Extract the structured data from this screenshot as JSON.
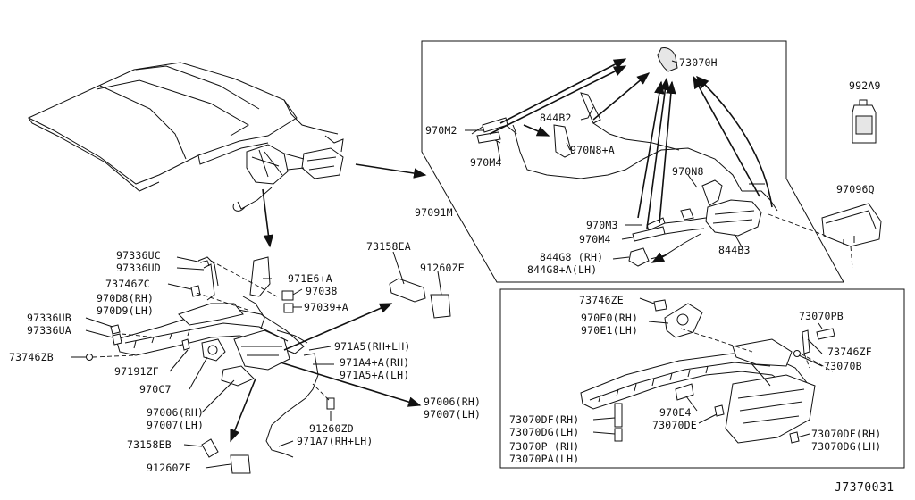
{
  "diagram_code": "J7370031",
  "labels": {
    "l_73070H": "73070H",
    "l_992A9": "992A9",
    "l_970M2": "970M2",
    "l_844B2": "844B2",
    "l_970N8A": "970N8+A",
    "l_970M4a": "970M4",
    "l_970N8": "970N8",
    "l_97096Q": "97096Q",
    "l_97091M": "97091M",
    "l_970M3": "970M3",
    "l_970M4b": "970M4",
    "l_844B3": "844B3",
    "l_844G8": "844G8 (RH)",
    "l_844G8A": "844G8+A(LH)",
    "l_97336UC": "97336UC",
    "l_97336UD": "97336UD",
    "l_73746ZC": "73746ZC",
    "l_970D8": "970D8(RH)",
    "l_970D9": "970D9(LH)",
    "l_97336UB": "97336UB",
    "l_97336UA": "97336UA",
    "l_73746ZB": "73746ZB",
    "l_97191ZF": "97191ZF",
    "l_970C7": "970C7",
    "l_97006a": "97006(RH)",
    "l_97007a": "97007(LH)",
    "l_73158EB": "73158EB",
    "l_91260ZEb": "91260ZE",
    "l_971E6A": "971E6+A",
    "l_97038": "97038",
    "l_97039A": "97039+A",
    "l_73158EA": "73158EA",
    "l_91260ZEa": "91260ZE",
    "l_971A5": "971A5(RH+LH)",
    "l_971A4A": "971A4+A(RH)",
    "l_971A5A": "971A5+A(LH)",
    "l_91260ZD": "91260ZD",
    "l_971A7": "971A7(RH+LH)",
    "l_97006b": "97006(RH)",
    "l_97007b": "97007(LH)",
    "l_73746ZE": "73746ZE",
    "l_970E0": "970E0(RH)",
    "l_970E1": "970E1(LH)",
    "l_73070PB": "73070PB",
    "l_73746ZF": "73746ZF",
    "l_73070B": "73070B",
    "l_970E4": "970E4",
    "l_73070DE": "73070DE",
    "l_73070DFa": "73070DF(RH)",
    "l_73070DGa": "73070DG(LH)",
    "l_73070P": "73070P (RH)",
    "l_73070PA": "73070PA(LH)",
    "l_73070DFb": "73070DF(RH)",
    "l_73070DGb": "73070DG(LH)"
  }
}
